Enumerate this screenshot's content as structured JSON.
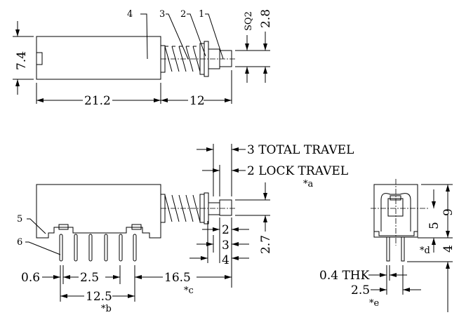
{
  "top_view": {
    "callouts": [
      "1",
      "2",
      "3",
      "4"
    ],
    "height_dim": "7.4",
    "body_length_dim": "21.2",
    "stem_length_dim": "12",
    "square_label": "SQ2",
    "square_dim": "2.8"
  },
  "side_view": {
    "callouts": [
      "5",
      "6"
    ],
    "total_travel": "3 TOTAL TRAVEL",
    "lock_travel": "2 LOCK TRAVEL",
    "note_a": "*a",
    "pin_width": "0.6",
    "pin_pitch": "2.5",
    "pin_span": "12.5",
    "note_b": "*b",
    "pin_to_tip": "16.5",
    "note_c": "*c",
    "step_labels": [
      "2",
      "3",
      "4"
    ],
    "button_height": "2.7"
  },
  "end_view": {
    "height_dim": "9",
    "center_dim": "5",
    "pin_length_dim": "4",
    "note_d": "*d",
    "thickness": "0.4 THK",
    "pin_spacing": "2.5",
    "note_e": "*e"
  }
}
